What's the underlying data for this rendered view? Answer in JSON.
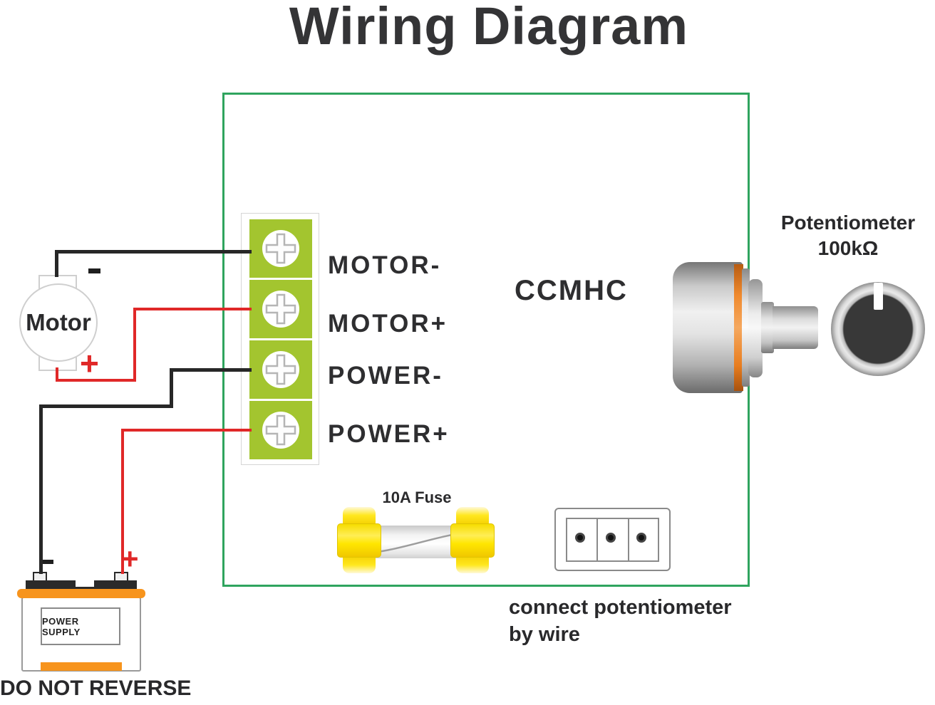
{
  "title": "Wiring Diagram",
  "board": {
    "label": "CCMHC",
    "terminals": [
      "MOTOR-",
      "MOTOR+",
      "POWER-",
      "POWER+"
    ]
  },
  "motor": {
    "label": "Motor",
    "negative": "-",
    "positive": "+"
  },
  "power_supply": {
    "label": "POWER SUPPLY",
    "warning": "DO NOT REVERSE",
    "negative": "-",
    "positive": "+"
  },
  "fuse": {
    "label": "10A Fuse"
  },
  "connector_note": {
    "line1": "connect potentiometer",
    "line2": "by wire"
  },
  "potentiometer": {
    "name": "Potentiometer",
    "value": "100kΩ"
  },
  "colors": {
    "green_border": "#2fa45e",
    "terminal_green": "#a3c52f",
    "orange": "#f7941d",
    "wire_red": "#e02828",
    "wire_black": "#272727",
    "fuse_yellow": "#ffe600",
    "text_dark": "#2e2e30"
  }
}
